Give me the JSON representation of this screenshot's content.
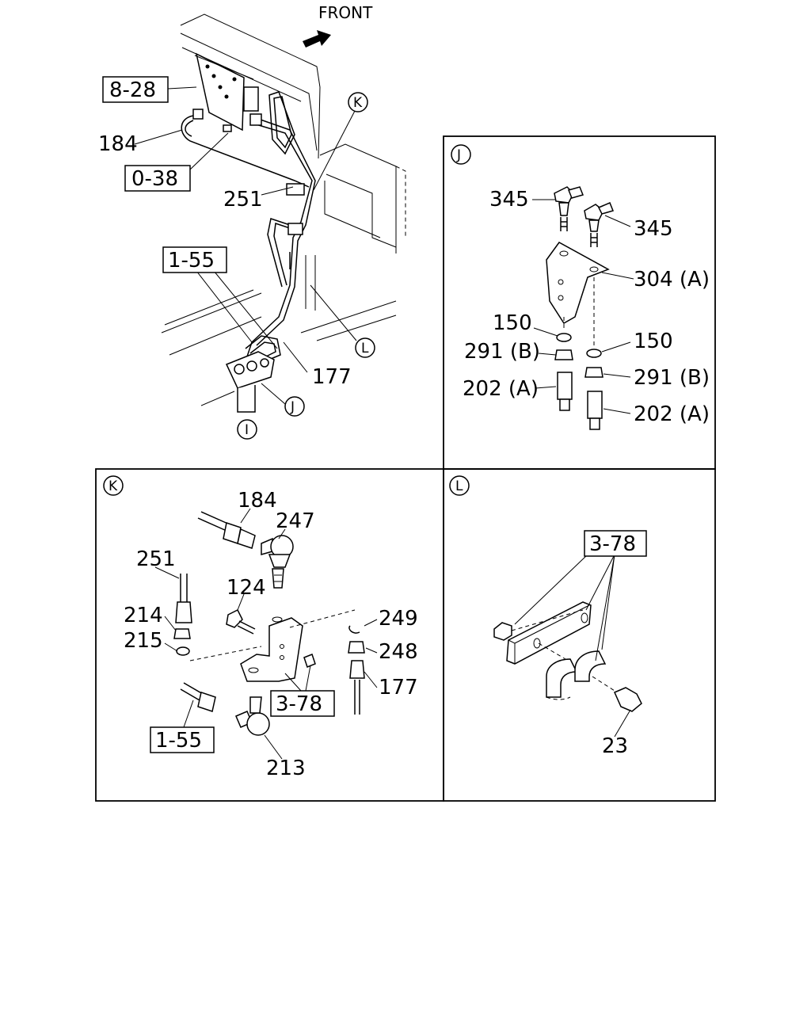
{
  "header": {
    "direction_label": "FRONT"
  },
  "overview": {
    "labels": {
      "ref_828": "8-28",
      "p184": "184",
      "ref_038": "0-38",
      "p251": "251",
      "ref_155": "1-55",
      "p177": "177",
      "view_k": "K",
      "view_l": "L",
      "view_j": "J",
      "view_i": "I"
    }
  },
  "detail_j": {
    "title": "J",
    "labels": {
      "p345a": "345",
      "p345b": "345",
      "p304": "304 (A)",
      "p150a": "150",
      "p150b": "150",
      "p291a": "291 (B)",
      "p291b": "291 (B)",
      "p202a": "202 (A)",
      "p202b": "202 (A)"
    }
  },
  "detail_k": {
    "title": "K",
    "labels": {
      "p184": "184",
      "p247": "247",
      "p251": "251",
      "p124": "124",
      "p249": "249",
      "p214": "214",
      "p215": "215",
      "p248": "248",
      "p177": "177",
      "ref_378": "3-78",
      "ref_155": "1-55",
      "p213": "213"
    }
  },
  "detail_l": {
    "title": "L",
    "labels": {
      "ref_378": "3-78",
      "p23": "23"
    }
  }
}
